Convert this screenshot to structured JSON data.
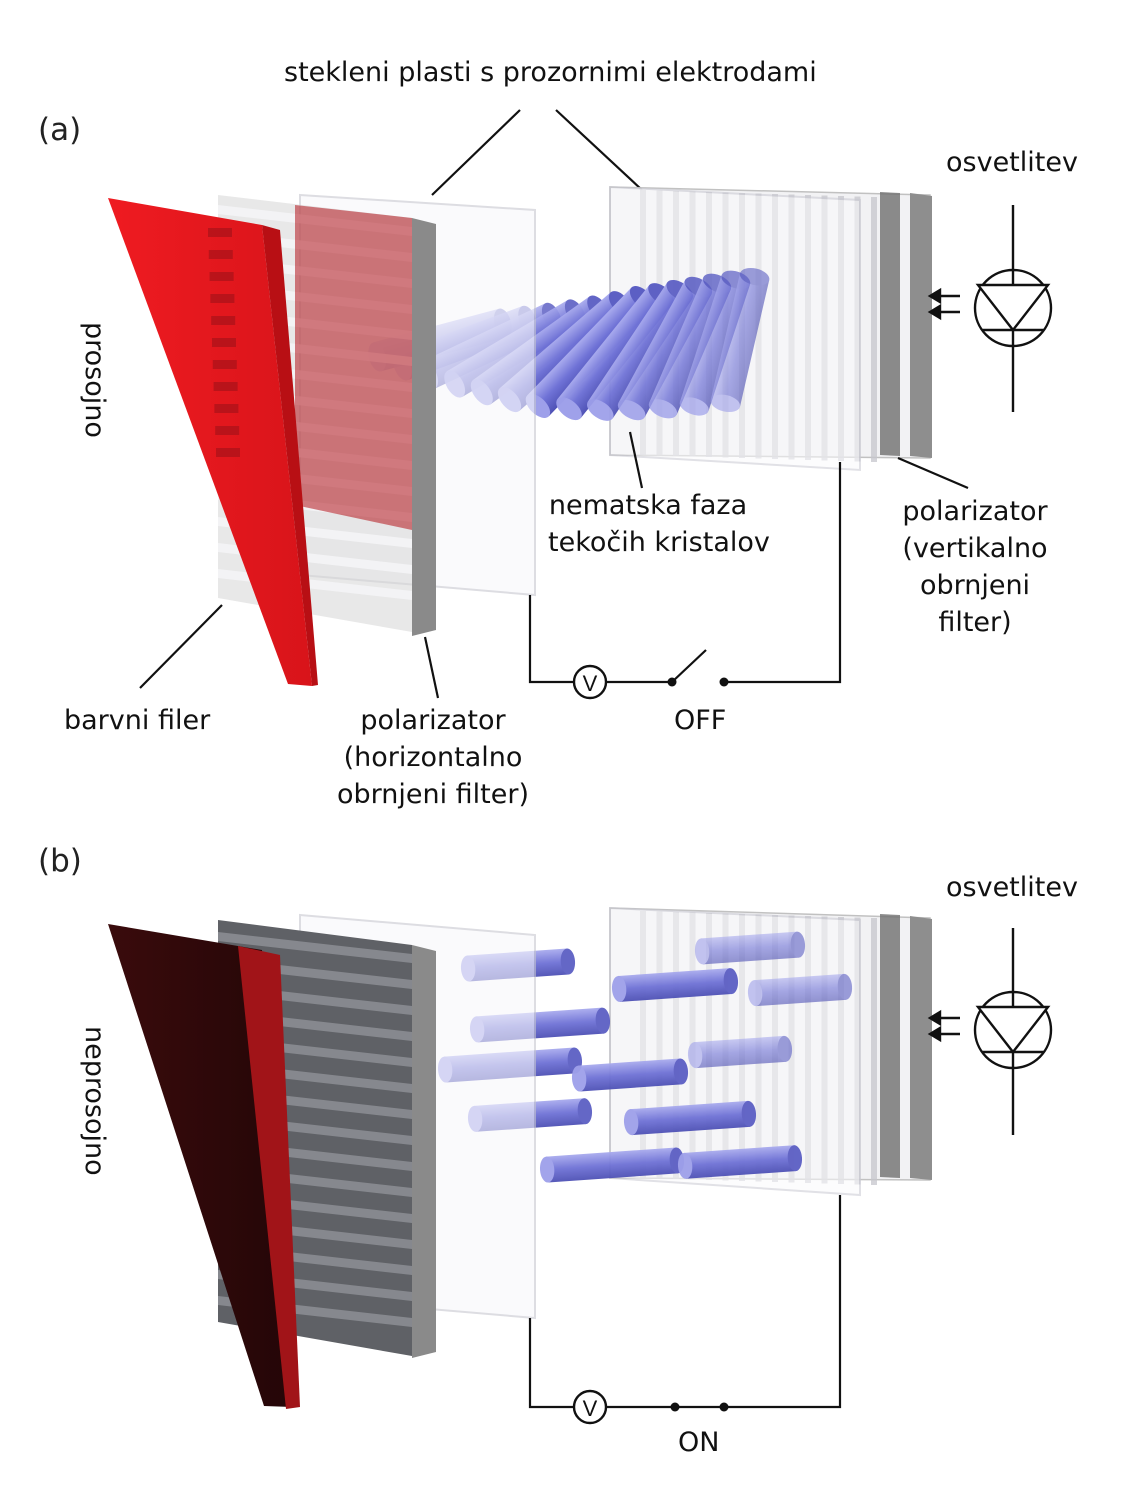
{
  "top_caption": "stekleni plasti s prozornimi elektrodami",
  "panel_a": {
    "tag": "(a)",
    "state_side_label": "prosojno",
    "light_label": "osvetlitev",
    "color_filter_label": "barvni filer",
    "front_polarizer_label": [
      "polarizator",
      "(horizontalno",
      "obrnjeni filter)"
    ],
    "lc_label": [
      "nematska faza",
      "tekočih kristalov"
    ],
    "back_polarizer_label": [
      "polarizator",
      "(vertikalno",
      "obrnjeni",
      "filter)"
    ],
    "switch_state": "OFF",
    "voltmeter": "V"
  },
  "panel_b": {
    "tag": "(b)",
    "state_side_label": "neprosojno",
    "light_label": "osvetlitev",
    "switch_state": "ON",
    "voltmeter": "V"
  },
  "colors": {
    "filter_red": "#e4171d",
    "filter_dark": "#2a0809",
    "crystal_blue": "#6f72d6",
    "glass_gray": "#9a9a9a"
  }
}
